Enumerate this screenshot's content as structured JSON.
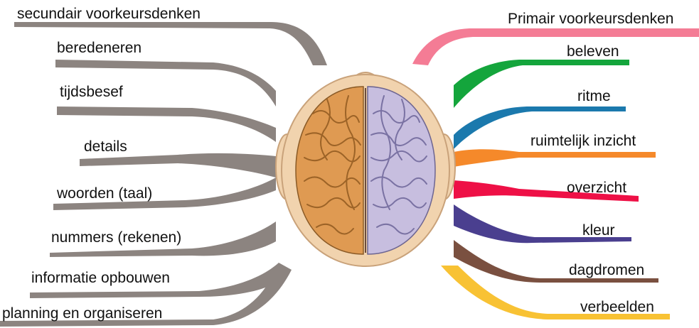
{
  "left": {
    "header": "secundair voorkeursdenken",
    "items": [
      "beredeneren",
      "tijdsbesef",
      "details",
      "woorden (taal)",
      "nummers (rekenen)",
      "informatie opbouwen",
      "planning en organiseren"
    ],
    "color": "#8c8480"
  },
  "right": {
    "header": "Primair voorkeursdenken",
    "header_color": "#f47c95",
    "items": [
      {
        "label": "beleven",
        "color": "#14a53c"
      },
      {
        "label": "ritme",
        "color": "#1b79ad"
      },
      {
        "label": "ruimtelijk inzicht",
        "color": "#f5892a"
      },
      {
        "label": "overzicht",
        "color": "#ee1046"
      },
      {
        "label": "kleur",
        "color": "#4a3f8f"
      },
      {
        "label": "dagdromen",
        "color": "#7a5040"
      },
      {
        "label": "verbeelden",
        "color": "#f8c234"
      }
    ]
  },
  "brain": {
    "left_color": "#df9a52",
    "right_color": "#c7bedf",
    "skin_color": "#f1d3ae"
  }
}
